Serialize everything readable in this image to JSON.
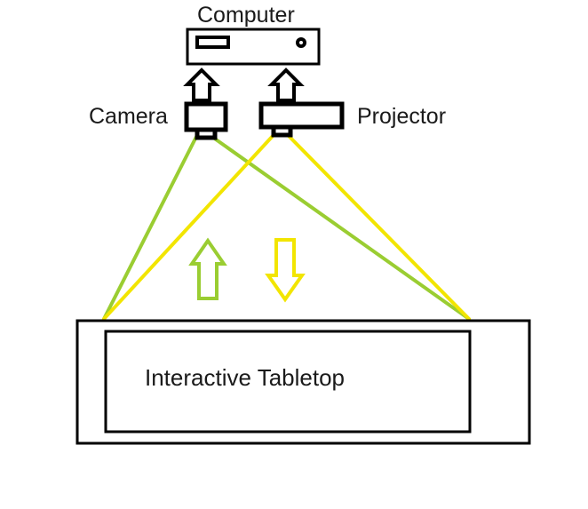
{
  "diagram": {
    "title_present": false,
    "nodes": {
      "computer": {
        "label": "Computer",
        "shape": "rectangle-with-drive-slot-and-power-button"
      },
      "camera": {
        "label": "Camera",
        "shape": "rectangle-on-stand"
      },
      "projector": {
        "label": "Projector",
        "shape": "wide-rectangle-on-stand"
      },
      "tabletop": {
        "label": "Interactive Tabletop",
        "shape": "nested-rectangles"
      }
    },
    "connectors": {
      "camera_to_computer": "up-arrow",
      "projector_to_computer": "up-arrow",
      "capture_direction": "up-arrow",
      "projection_direction": "down-arrow"
    },
    "colors": {
      "outline": "#000000",
      "text": "#1a1a1a",
      "camera_beam": "#9ACD32",
      "projector_beam": "#F2E500",
      "background": "#FFFFFF"
    }
  }
}
